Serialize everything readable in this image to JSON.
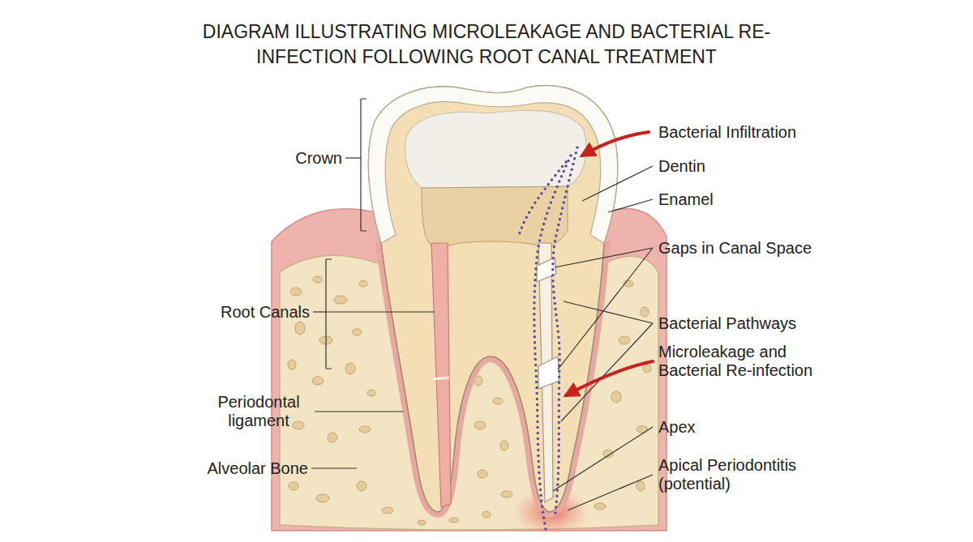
{
  "diagram": {
    "title": "DIAGRAM ILLUSTRATING MICROLEAKAGE AND BACTERIAL RE-INFECTION FOLLOWING ROOT CANAL TREATMENT",
    "labels": [
      "Crown",
      "Root Canals",
      "Periodontal ligament",
      "Alveolar Bone",
      "Bacterial Infiltration",
      "Dentin",
      "Enamel",
      "Gaps in Canal Space",
      "Bacterial Pathways",
      "Microleakage and Bacterial Re-infection",
      "Apex",
      "Apical Periodontitis (potential)"
    ]
  }
}
